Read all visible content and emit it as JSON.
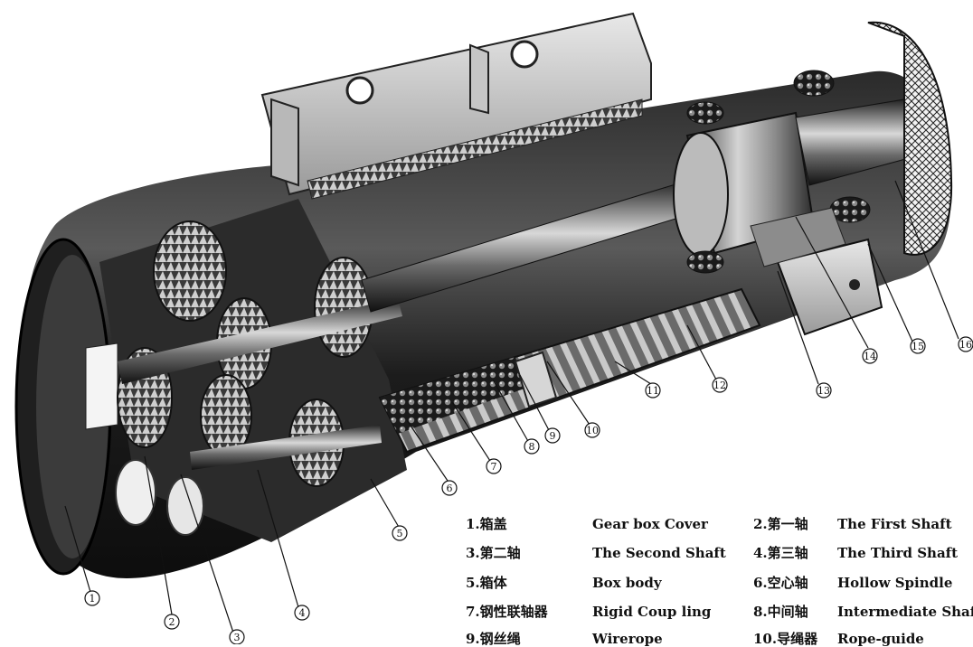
{
  "diagram": {
    "callouts": [
      "1",
      "2",
      "3",
      "4",
      "5",
      "6",
      "7",
      "8",
      "9",
      "10",
      "11",
      "12",
      "13",
      "14",
      "15",
      "16"
    ],
    "legend": [
      {
        "num_label": "1.箱盖",
        "en": "Gear box Cover"
      },
      {
        "num_label": "2.第一轴",
        "en": "The First Shaft"
      },
      {
        "num_label": "3.第二轴",
        "en": "The Second Shaft"
      },
      {
        "num_label": "4.第三轴",
        "en": "The Third Shaft"
      },
      {
        "num_label": "5.箱体",
        "en": "Box body"
      },
      {
        "num_label": "6.空心轴",
        "en": "Hollow Spindle"
      },
      {
        "num_label": "7.钢性联轴器",
        "en": "Rigid Coup ling"
      },
      {
        "num_label": "8.中间轴",
        "en": "Intermediate Shaf"
      },
      {
        "num_label": "9.钢丝绳",
        "en": "Wirerope"
      },
      {
        "num_label": "10.导绳器",
        "en": "Rope-guide"
      }
    ]
  }
}
